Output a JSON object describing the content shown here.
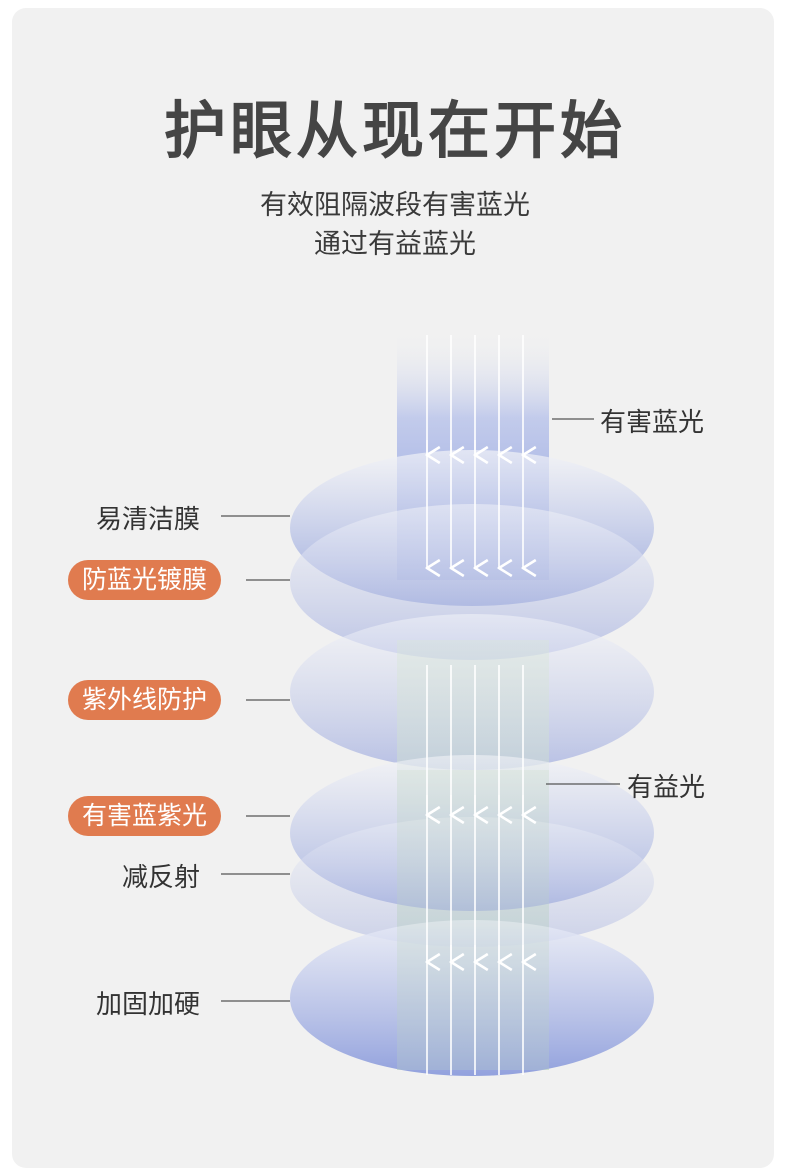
{
  "title": "护眼从现在开始",
  "subtitle_line1": "有效阻隔波段有害蓝光",
  "subtitle_line2": "通过有益蓝光",
  "colors": {
    "accent": "#e07b4f",
    "harmful_light": "#8c9ddb",
    "beneficial_light": "#bcd9c0",
    "lens": "#8ea0d8",
    "text": "#333333"
  },
  "right_labels": {
    "harmful": "有害蓝光",
    "beneficial": "有益光"
  },
  "layers": [
    {
      "label": "易清洁膜",
      "highlight": false
    },
    {
      "label": "防蓝光镀膜",
      "highlight": true
    },
    {
      "label": "紫外线防护",
      "highlight": true
    },
    {
      "label": "有害蓝紫光",
      "highlight": true
    },
    {
      "label": "减反射",
      "highlight": false
    },
    {
      "label": "加固加硬",
      "highlight": false
    }
  ]
}
